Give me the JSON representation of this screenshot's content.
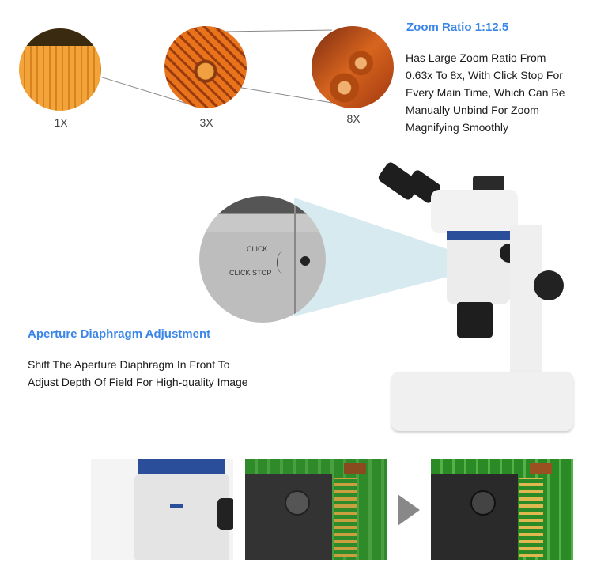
{
  "zoom_section": {
    "title": "Zoom Ratio 1:12.5",
    "description": "Has Large Zoom Ratio From 0.63x To 8x, With Click Stop For Every Main Time, Which Can Be Manually Unbind For Zoom Magnifying Smoothly",
    "magnifications": [
      "1X",
      "3X",
      "8X"
    ]
  },
  "aperture_section": {
    "title": "Aperture Diaphragm Adjustment",
    "description": "Shift The Aperture Diaphragm In Front To Adjust Depth Of Field For High-quality Image"
  },
  "detail_callout": {
    "label_click": "CLICK",
    "label_click_stop": "CLICK STOP"
  },
  "colors": {
    "accent": "#3a86e8",
    "pcb_orange": "#e07a1a",
    "pcb_green": "#2f8a2a",
    "cone": "#cfe6ec"
  }
}
